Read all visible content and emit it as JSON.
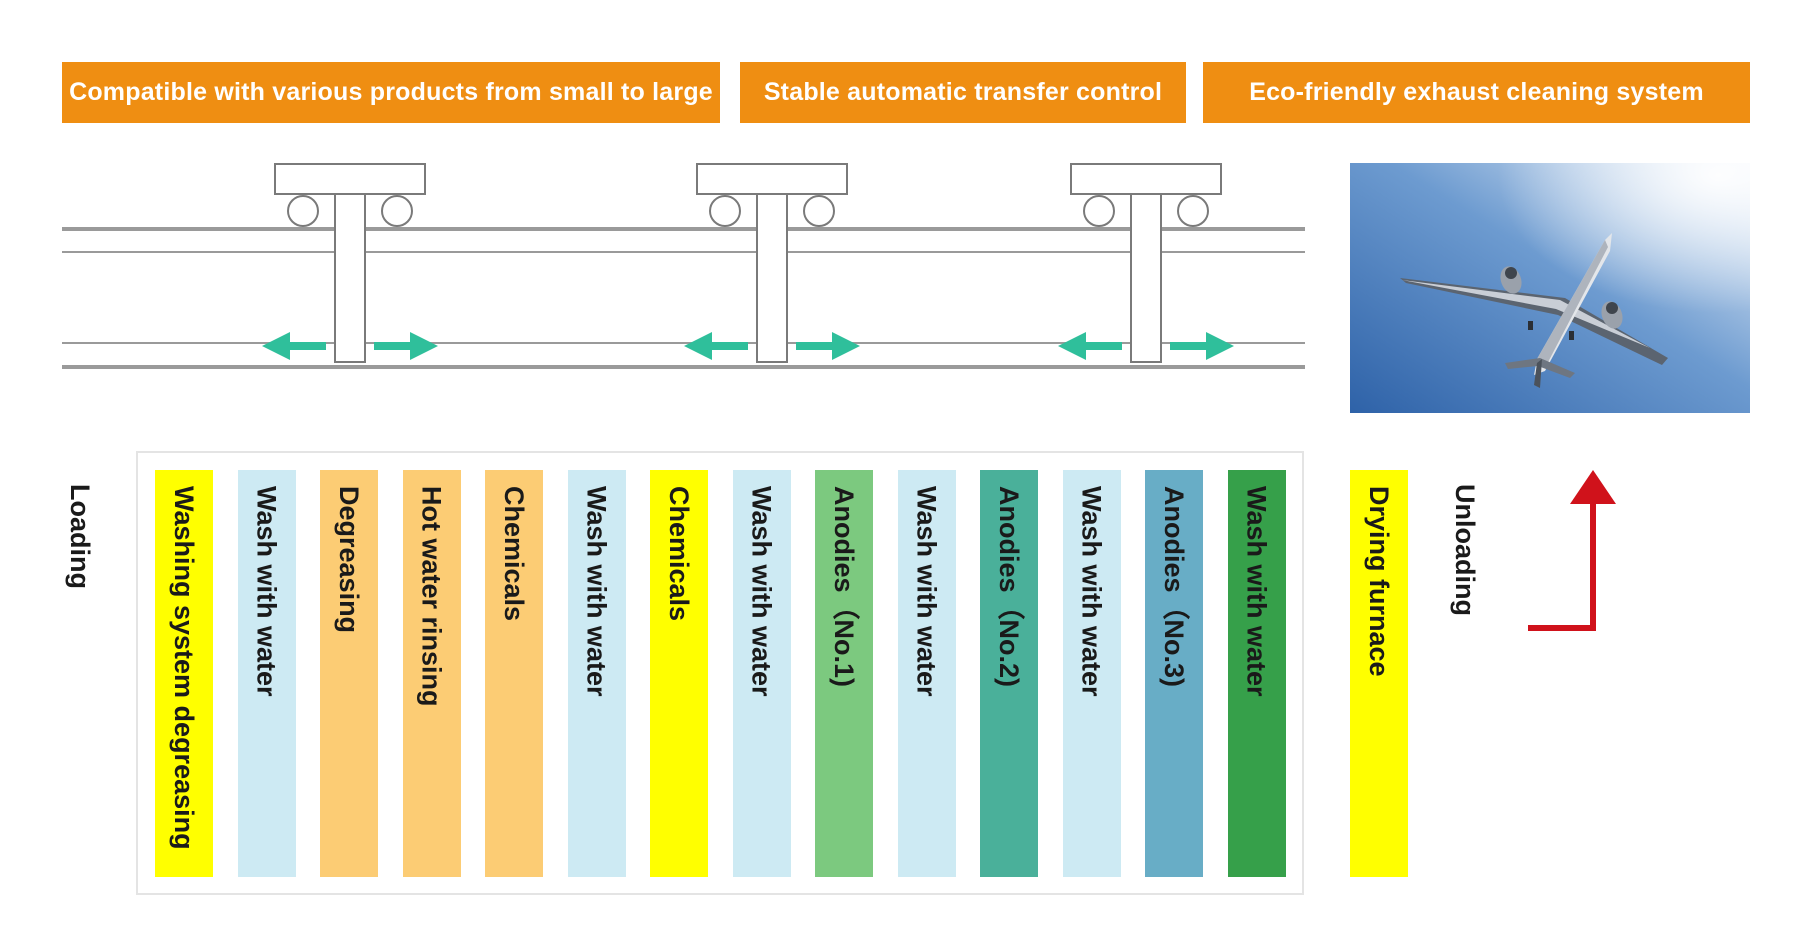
{
  "banners": [
    "Compatible with various products from small to large",
    "Stable automatic transfer control",
    "Eco-friendly exhaust cleaning system"
  ],
  "side_labels": {
    "loading": "Loading",
    "unloading": "Unloading"
  },
  "tanks": [
    {
      "label": "Washing system degreasing",
      "color": "#ffff00"
    },
    {
      "label": "Wash with water",
      "color": "#cdeaf3"
    },
    {
      "label": "Degreasing",
      "color": "#fccc74"
    },
    {
      "label": "Hot water rinsing",
      "color": "#fccc74"
    },
    {
      "label": "Chemicals",
      "color": "#fccc74"
    },
    {
      "label": "Wash with water",
      "color": "#cdeaf3"
    },
    {
      "label": "Chemicals",
      "color": "#ffff00"
    },
    {
      "label": "Wash with water",
      "color": "#cdeaf3"
    },
    {
      "label": "Anodies（No.1)",
      "color": "#7cc97f"
    },
    {
      "label": "Wash with water",
      "color": "#cdeaf3"
    },
    {
      "label": "Anodies（No.2)",
      "color": "#4ab09a"
    },
    {
      "label": "Wash with water",
      "color": "#cdeaf3"
    },
    {
      "label": "Anodies（No.3)",
      "color": "#68adc6"
    },
    {
      "label": "Wash with water",
      "color": "#36a04a"
    }
  ],
  "dryer": {
    "label": "Drying furnace",
    "color": "#ffff00"
  },
  "colors": {
    "banner": "#ef8e12",
    "transfer_arrow": "#2fbf9b",
    "unload_arrow": "#d0121b",
    "rail": "#9a9a9a"
  },
  "icons": {
    "hoist": "hoist-carriage-icon",
    "direction": "left-right-arrow-icon",
    "unload": "up-arrow-icon",
    "photo": "airplane-photo"
  }
}
